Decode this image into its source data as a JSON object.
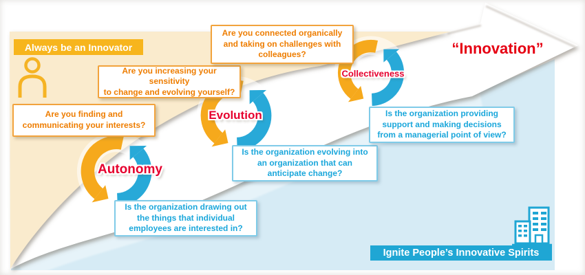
{
  "header": {
    "label": "Always be an Innovator"
  },
  "innovation_label": "“Innovation”",
  "cycles": [
    {
      "name": "Autonomy",
      "individual_question": "Are you finding and\ncommunicating your interests?",
      "organization_question": "Is the organization drawing out\nthe things that individual\nemployees are interested in?"
    },
    {
      "name": "Evolution",
      "individual_question": "Are you increasing your sensitivity\nto change and evolving yourself?",
      "organization_question": "Is the organization evolving into\nan organization that can\nanticipate change?"
    },
    {
      "name": "Collectiveness",
      "individual_question": "Are you connected organically\nand taking on challenges with\ncolleagues?",
      "organization_question": "Is the organization providing\nsupport and making decisions\nfrom a managerial point of view?"
    }
  ],
  "footer": {
    "label": "Ignite People’s Innovative Spirits"
  },
  "icons": [
    "person-icon",
    "cycle-arrows-icon",
    "building-icon",
    "innovation-arrow"
  ],
  "colors": {
    "accent_yellow": "#F7B51D",
    "cycle_yellow": "#F6A91C",
    "cycle_blue": "#28A9D8",
    "orange_text": "#EE7D00",
    "blue_text": "#1BA7DB",
    "cream_bg": "#FAEBCD",
    "light_blue_bg": "#D6EBF5",
    "label_red": "#E6002E",
    "innovation_red": "#E60012",
    "banner_blue": "#1FA6D4"
  }
}
